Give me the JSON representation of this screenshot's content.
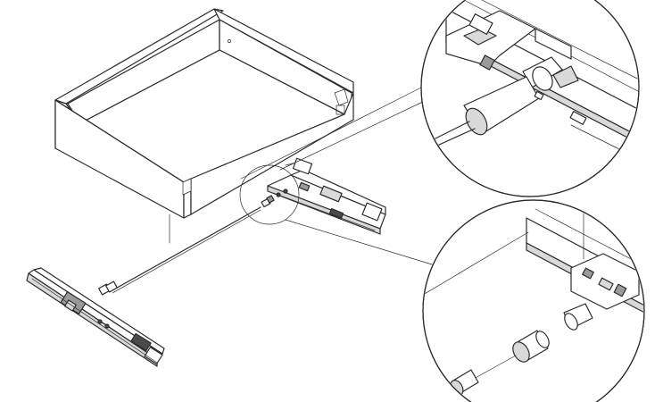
{
  "figure": {
    "kind": "assembly-illustration",
    "parts": [
      "drawer-box",
      "left-runner-rail",
      "right-runner-rail",
      "synchronisation-rod",
      "detail-circle-top",
      "detail-circle-bottom"
    ]
  },
  "colors": {
    "line": "#2b2b2b",
    "background": "#ffffff",
    "shade_light": "#d9d9d9",
    "shade_mid": "#9a9a9a"
  }
}
